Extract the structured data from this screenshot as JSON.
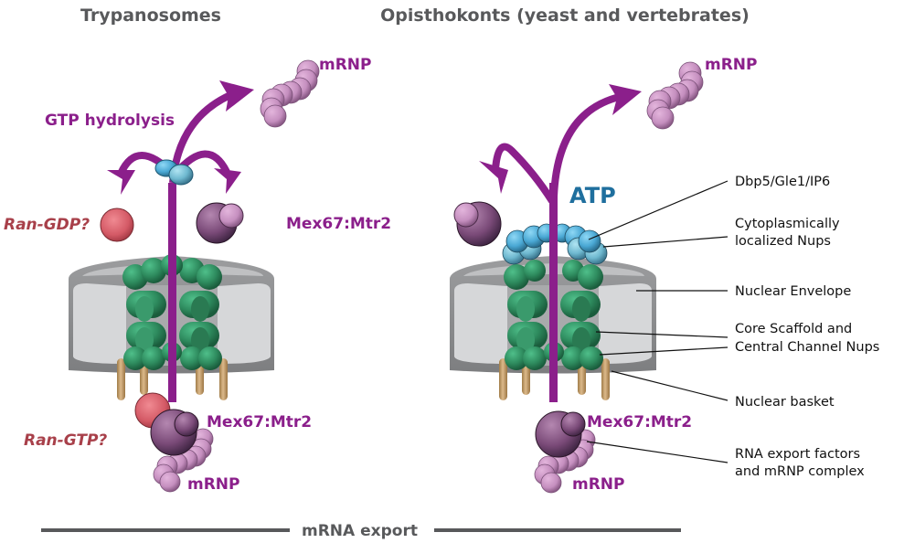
{
  "panels": {
    "left": {
      "title": "Trypanosomes",
      "labels": {
        "mrnp_top": "mRNP",
        "gtp_hydrolysis": "GTP hydrolysis",
        "ran_gdp": "Ran-GDP?",
        "mex67_top": "Mex67:Mtr2",
        "mex67_bottom": "Mex67:Mtr2",
        "ran_gtp": "Ran-GTP?",
        "mrnp_bottom": "mRNP"
      }
    },
    "right": {
      "title": "Opisthokonts (yeast and vertebrates)",
      "labels": {
        "mrnp_top": "mRNP",
        "atp": "ATP",
        "mex67_bottom": "Mex67:Mtr2",
        "mrnp_bottom": "mRNP"
      }
    }
  },
  "legend": {
    "items": [
      {
        "lines": [
          "Dbp5/Gle1/IP6"
        ]
      },
      {
        "lines": [
          "Cytoplasmically",
          "localized Nups"
        ]
      },
      {
        "lines": [
          "Nuclear Envelope"
        ]
      },
      {
        "lines": [
          "Core Scaffold and",
          "Central Channel Nups"
        ]
      },
      {
        "lines": [
          "Nuclear basket"
        ]
      },
      {
        "lines": [
          "RNA export factors",
          "and mRNP complex"
        ]
      }
    ]
  },
  "footer": {
    "label": "mRNA export"
  },
  "colors": {
    "arrow": "#8b1f8b",
    "nup_green": "#2e8b5e",
    "envelope": "#c8c9cb",
    "basket": "#c8a26a",
    "mrnp": "#c58fbf",
    "mex67": "#7a4a78",
    "ran": "#d45a66",
    "cyto_nup": "#5aaed4",
    "title_gray": "#58595b"
  }
}
